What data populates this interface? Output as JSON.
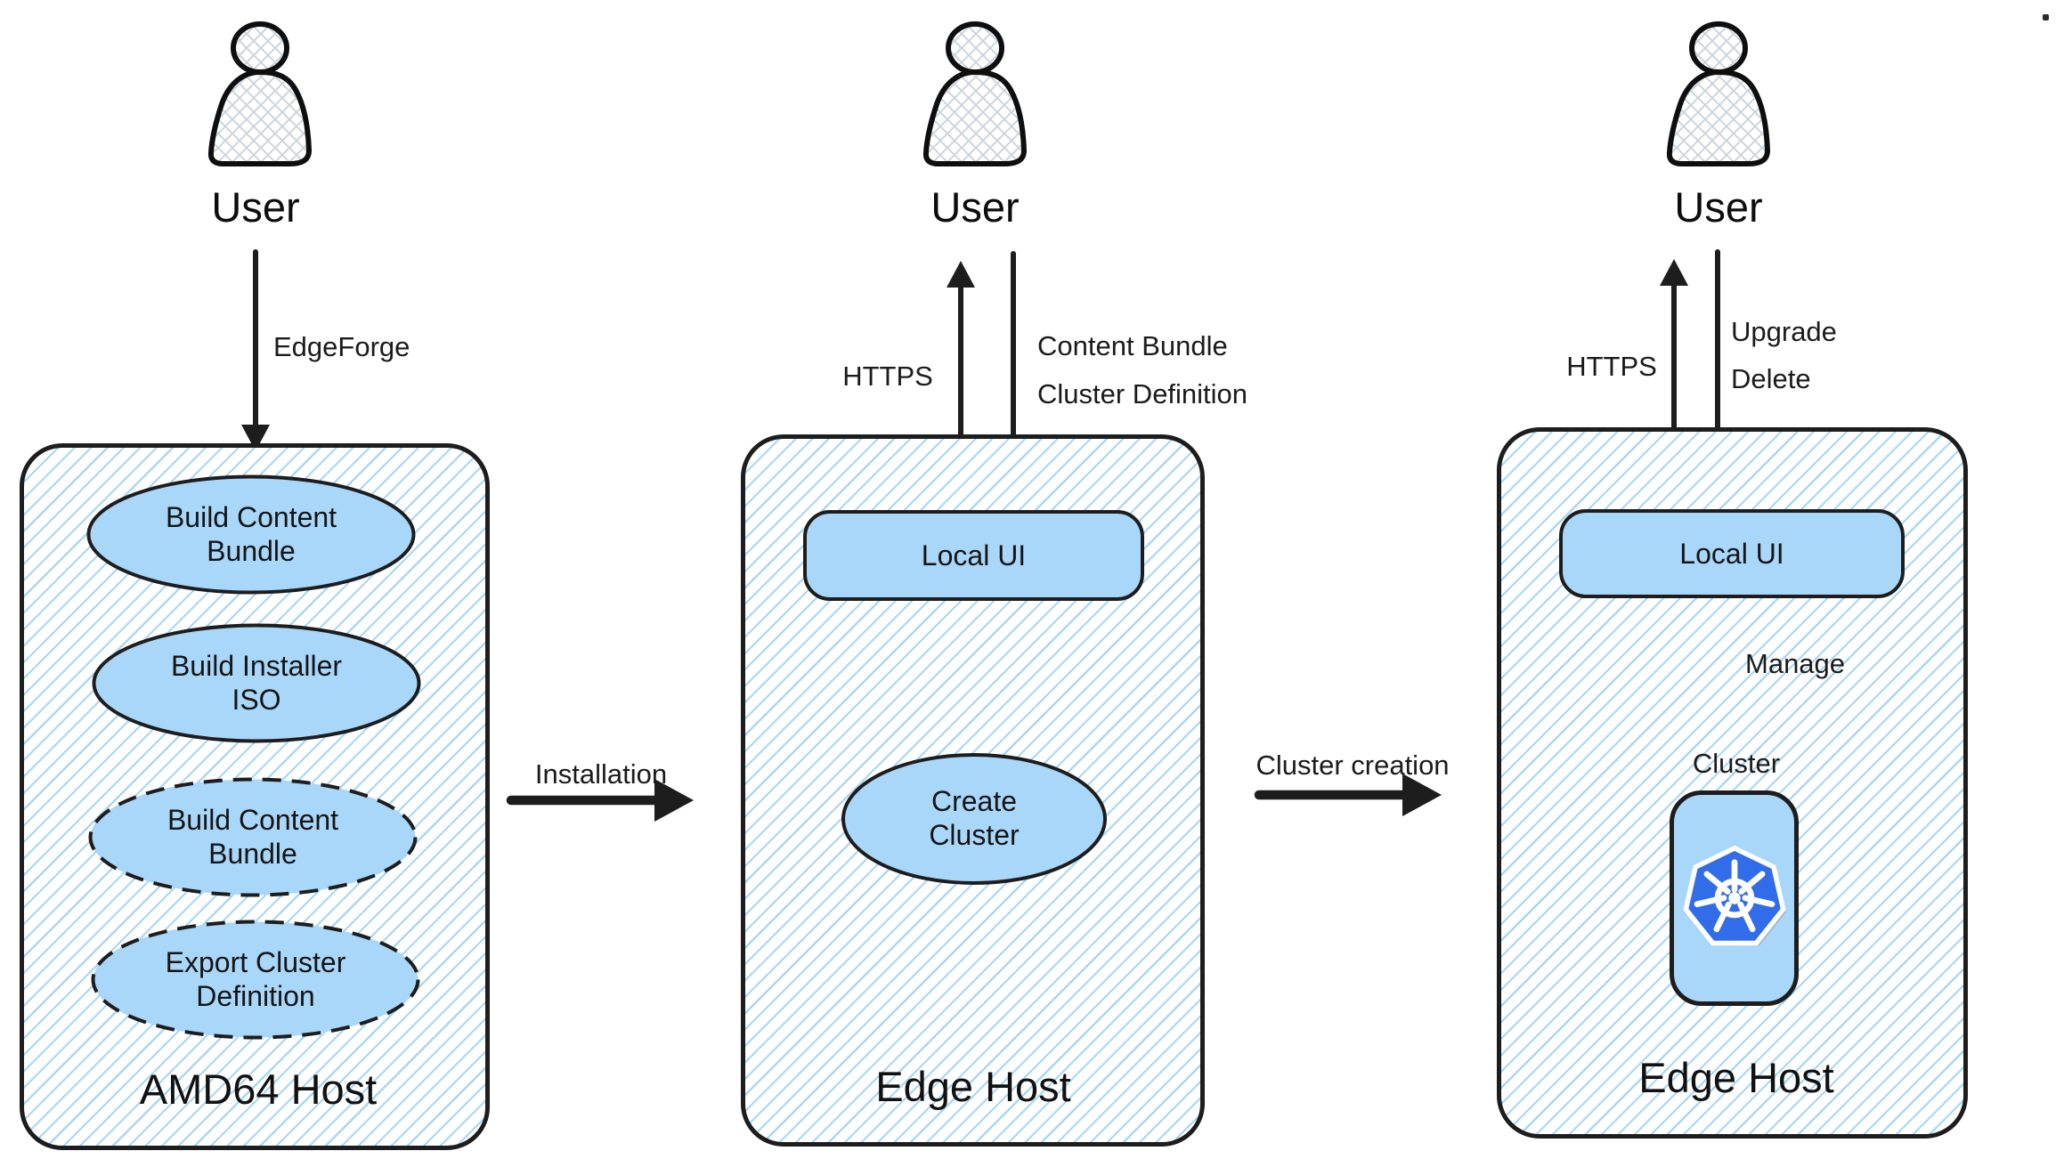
{
  "colors": {
    "node_fill": "#a8d7fa",
    "hatch_line": "#a9d8f2",
    "border": "#1d1d1d",
    "k8s_blue": "#326de9"
  },
  "actors": [
    {
      "label": "User"
    },
    {
      "label": "User"
    },
    {
      "label": "User"
    }
  ],
  "containers": [
    {
      "label": "AMD64 Host",
      "nodes": [
        {
          "label": "Build Content\nBundle",
          "style": "solid"
        },
        {
          "label": "Build Installer\nISO",
          "style": "solid"
        },
        {
          "label": "Build Content\nBundle",
          "style": "dashed"
        },
        {
          "label": "Export Cluster\nDefinition",
          "style": "dashed"
        }
      ]
    },
    {
      "label": "Edge Host",
      "nodes": [
        {
          "label": "Local UI",
          "style": "rounded-rect"
        },
        {
          "label": "Create\nCluster",
          "style": "solid-ellipse"
        }
      ]
    },
    {
      "label": "Edge Host",
      "nodes": [
        {
          "label": "Local UI",
          "style": "rounded-rect"
        },
        {
          "label": "Cluster",
          "style": "kubernetes-node"
        }
      ]
    }
  ],
  "edge_labels": {
    "edgeforge": "EdgeForge",
    "installation": "Installation",
    "https_middle": "HTTPS",
    "content_bundle": "Content Bundle",
    "cluster_definition": "Cluster Definition",
    "cluster_creation": "Cluster creation",
    "https_right": "HTTPS",
    "upgrade": "Upgrade",
    "delete": "Delete",
    "manage": "Manage",
    "cluster": "Cluster"
  }
}
